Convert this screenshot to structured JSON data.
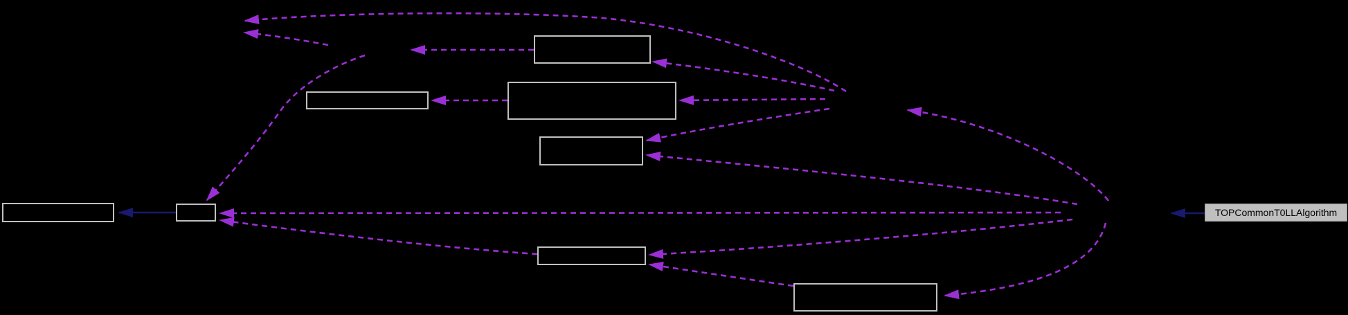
{
  "diagram": {
    "kind": "collaboration-graph",
    "background_color": "#000000",
    "main_node": {
      "label": "TOPCommonT0LLAlgorithm",
      "fill_color": "#bfbfbf",
      "text_color": "#000000"
    },
    "empty_node_count": 8,
    "colors": {
      "usage_edge": "#9b2fd6",
      "inheritance_edge": "#191970",
      "node_border": "#c0c0c0"
    },
    "edge_styles": {
      "usage": "dashed",
      "inheritance": "solid"
    },
    "counts": {
      "dashed_usage_edges": 15,
      "solid_inheritance_edges": 2
    }
  }
}
